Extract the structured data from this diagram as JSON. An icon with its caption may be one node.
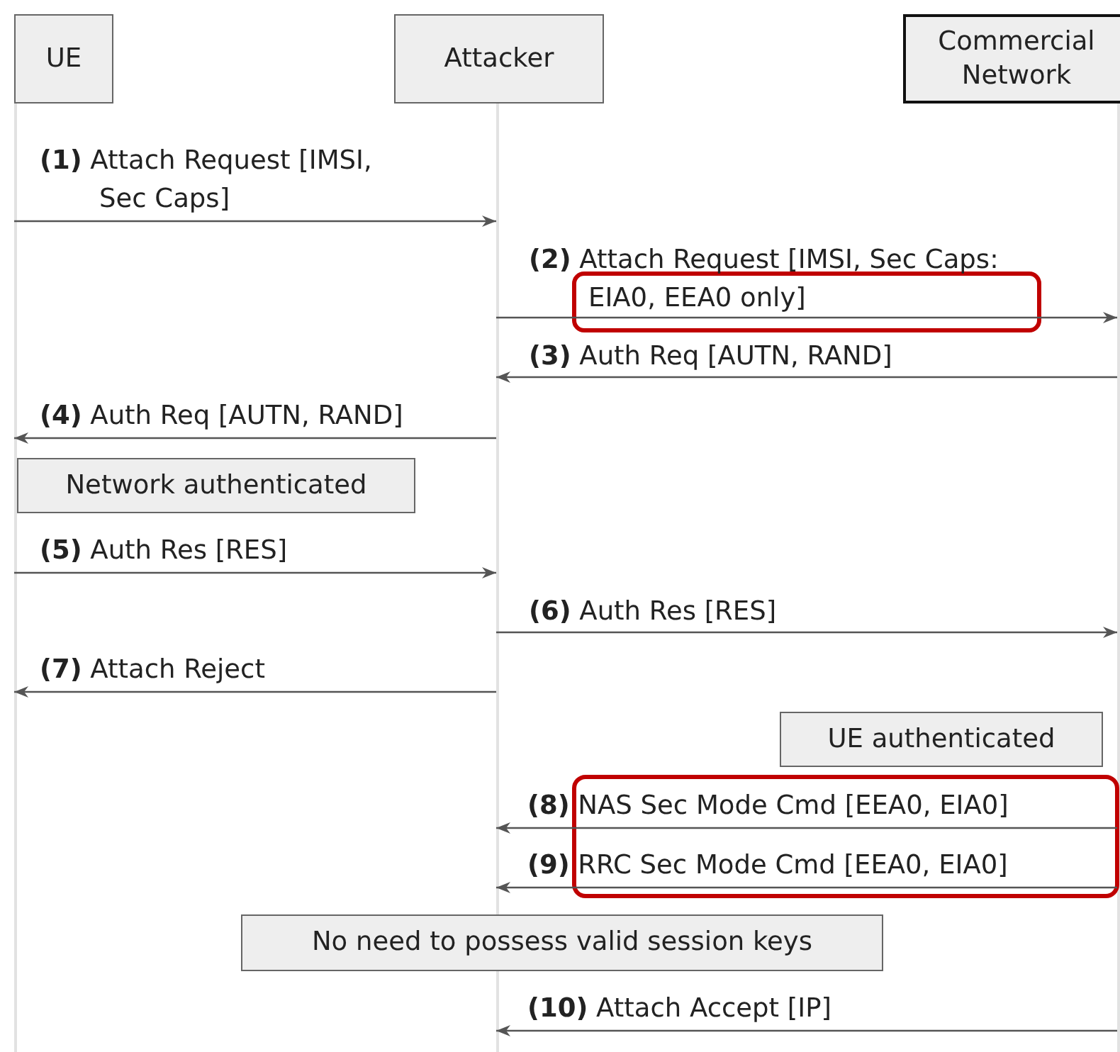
{
  "diagram": {
    "nodes": [
      {
        "text": [
          "UE"
        ]
      },
      {
        "text": [
          "Attacker"
        ]
      },
      {
        "text": [
          "Commercial Network"
        ]
      },
      {
        "text": [
          "Network authenticated"
        ]
      },
      {
        "text": [
          "UE authenticated"
        ]
      },
      {
        "text": [
          "No need to possess valid session keys"
        ]
      }
    ],
    "edges": [
      {
        "from": 0,
        "to": 1,
        "arrow": "to",
        "label": "**(1)** Attach Request [IMSI, Sec Caps]"
      },
      {
        "from": 1,
        "to": 2,
        "arrow": "to",
        "label": "**(2)** Attach Request [IMSI, Sec Caps: EIA0, EEA0 only]"
      },
      {
        "from": 2,
        "to": 1,
        "arrow": "to",
        "label": "**(3)** Auth Req [AUTN, RAND]"
      },
      {
        "from": 1,
        "to": 0,
        "arrow": "to",
        "label": "**(4)** Auth Req [AUTN, RAND]"
      },
      {
        "from": 0,
        "to": 1,
        "arrow": "to",
        "label": "**(5)** Auth Res [RES]"
      },
      {
        "from": 1,
        "to": 2,
        "arrow": "to",
        "label": "**(6)** Auth Res [RES]"
      },
      {
        "from": 1,
        "to": 0,
        "arrow": "to",
        "label": "**(7)** Attach Reject"
      },
      {
        "from": 2,
        "to": 1,
        "arrow": "to",
        "label": "**(8)** NAS Sec Mode Cmd [EEA0, EIA0]"
      },
      {
        "from": 2,
        "to": 1,
        "arrow": "to",
        "label": "**(9)** RRC Sec Mode Cmd [EEA0, EIA0]"
      },
      {
        "from": 2,
        "to": 1,
        "arrow": "to",
        "label": "**(10)** Attach Accept [IP]"
      }
    ]
  }
}
